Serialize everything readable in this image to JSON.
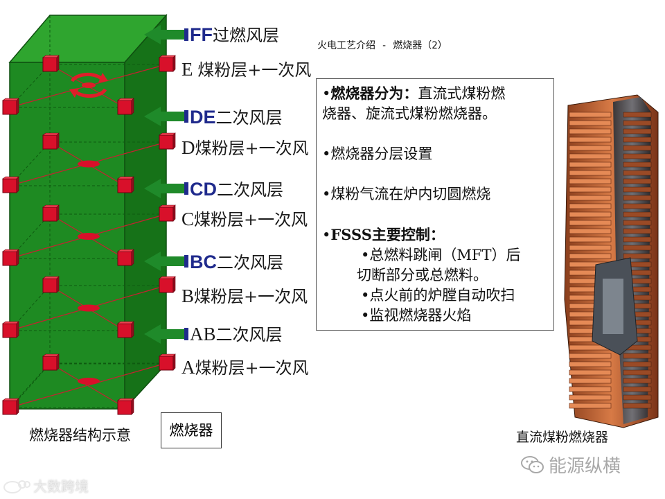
{
  "slide": {
    "title": "火电工艺介绍 - 燃烧器（2）"
  },
  "layers": [
    {
      "abbr": "FF",
      "name": "过燃风层",
      "style": "bold"
    },
    {
      "abbr": "E ",
      "name": "煤粉层+一次风",
      "style": "plain"
    },
    {
      "abbr": "DE",
      "name": "二次风层",
      "style": "bold"
    },
    {
      "abbr": "D",
      "name": "煤粉层+一次风",
      "style": "plain"
    },
    {
      "abbr": "CD",
      "name": "二次风层",
      "style": "bold"
    },
    {
      "abbr": "C",
      "name": "煤粉层+一次风",
      "style": "plain"
    },
    {
      "abbr": "BC",
      "name": "二次风层",
      "style": "bold"
    },
    {
      "abbr": "B",
      "name": "煤粉层+一次风",
      "style": "plain"
    },
    {
      "abbr": "AB",
      "name": "二次风层",
      "style": "plain"
    },
    {
      "abbr": "A",
      "name": "煤粉层+一次风",
      "style": "plain"
    }
  ],
  "info": {
    "bullet": "•",
    "p1_bold": "燃烧器分为：",
    "p1_text": "直流式煤粉燃烧器、旋流式煤粉燃烧器。",
    "p1_line1": "直流式煤粉燃",
    "p1_line2": "烧器、旋流式煤粉燃烧器。",
    "p2": "燃烧器分层设置",
    "p3": "煤粉气流在炉内切圆燃烧",
    "p4_bold": "FSSS主要控制：",
    "sub1_line1": "总燃料跳闸（MFT）后",
    "sub1_line2": "切断部分或总燃料。",
    "sub2": "点火前的炉膛自动吹扫",
    "sub3": "监视燃烧器火焰"
  },
  "diagram_caption": "燃烧器结构示意",
  "burner_callout": "燃烧器",
  "photo_caption": "直流煤粉燃烧器",
  "watermark_right": "能源纵横",
  "watermark_left": "大数跨境",
  "colors": {
    "furnace_front": "#1e8a22",
    "furnace_top": "#2fa52f",
    "furnace_side": "#156b18",
    "burner": "#d8102a",
    "arrow": "#1f8a2a",
    "abbr": "#1f2a8c",
    "photo_orange": "#c8683a"
  },
  "icons": [
    "swirl-arrows-icon",
    "wechat-icon",
    "weibo-icon",
    "bullet-icon"
  ]
}
